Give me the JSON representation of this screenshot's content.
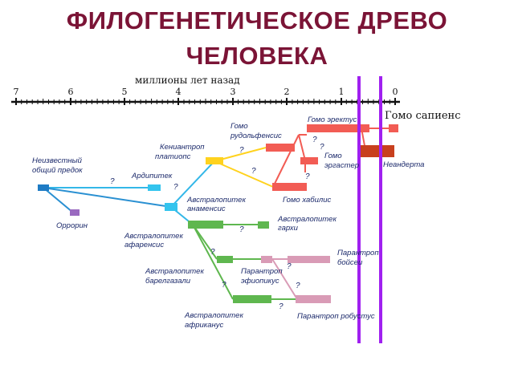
{
  "title": {
    "line1": "ФИЛОГЕНЕТИЧЕСКОЕ ДРЕВО",
    "line2": "ЧЕЛОВЕКА"
  },
  "axis": {
    "label": "миллионы лет назад",
    "ticks": [
      "7",
      "6",
      "5",
      "4",
      "3",
      "2",
      "1",
      "0"
    ]
  },
  "nodes": {
    "unknown_ancestor": [
      "Неизвестный",
      "общий предок"
    ],
    "orrorin": "Оррорин",
    "ardipithecus": "Ардипитек",
    "kenyanthropus": [
      "Кениантроп",
      "платиопс"
    ],
    "au_anamensis": [
      "Австралопитек",
      "анаменсис"
    ],
    "au_afarensis": [
      "Австралопитек",
      "афаренсис"
    ],
    "au_garhi": [
      "Австралопитек",
      "гархи"
    ],
    "au_bahrelghazali": [
      "Австралопитек",
      "барелгазали"
    ],
    "au_africanus": [
      "Австралопитек",
      "африканус"
    ],
    "par_boisei": [
      "Парантроп",
      "бойсеи"
    ],
    "par_aethiopicus": [
      "Парантроп",
      "эфиопикус"
    ],
    "par_robustus": "Парантроп робустус",
    "homo_rudolfensis": [
      "Гомо",
      "рудольфенсис"
    ],
    "homo_habilis": "Гомо хабилис",
    "homo_erectus": "Гомо эректус",
    "homo_ergaster": [
      "Гомо",
      "эргастер"
    ],
    "neanderthal": "Неандерта",
    "homo_sapiens": "Гомо сапиенс"
  },
  "question_mark": "?",
  "colors": {
    "title": "#7b1436",
    "early": "#1e7bc4",
    "early_light": "#33c4ee",
    "orrorin": "#9a6ac0",
    "kenyanthropus": "#ffd21e",
    "australopithecus": "#5fb74f",
    "paranthropus": "#d99bb6",
    "homo": "#f25c54",
    "neanderthal": "#c8401e",
    "markers": "#a020f0"
  }
}
